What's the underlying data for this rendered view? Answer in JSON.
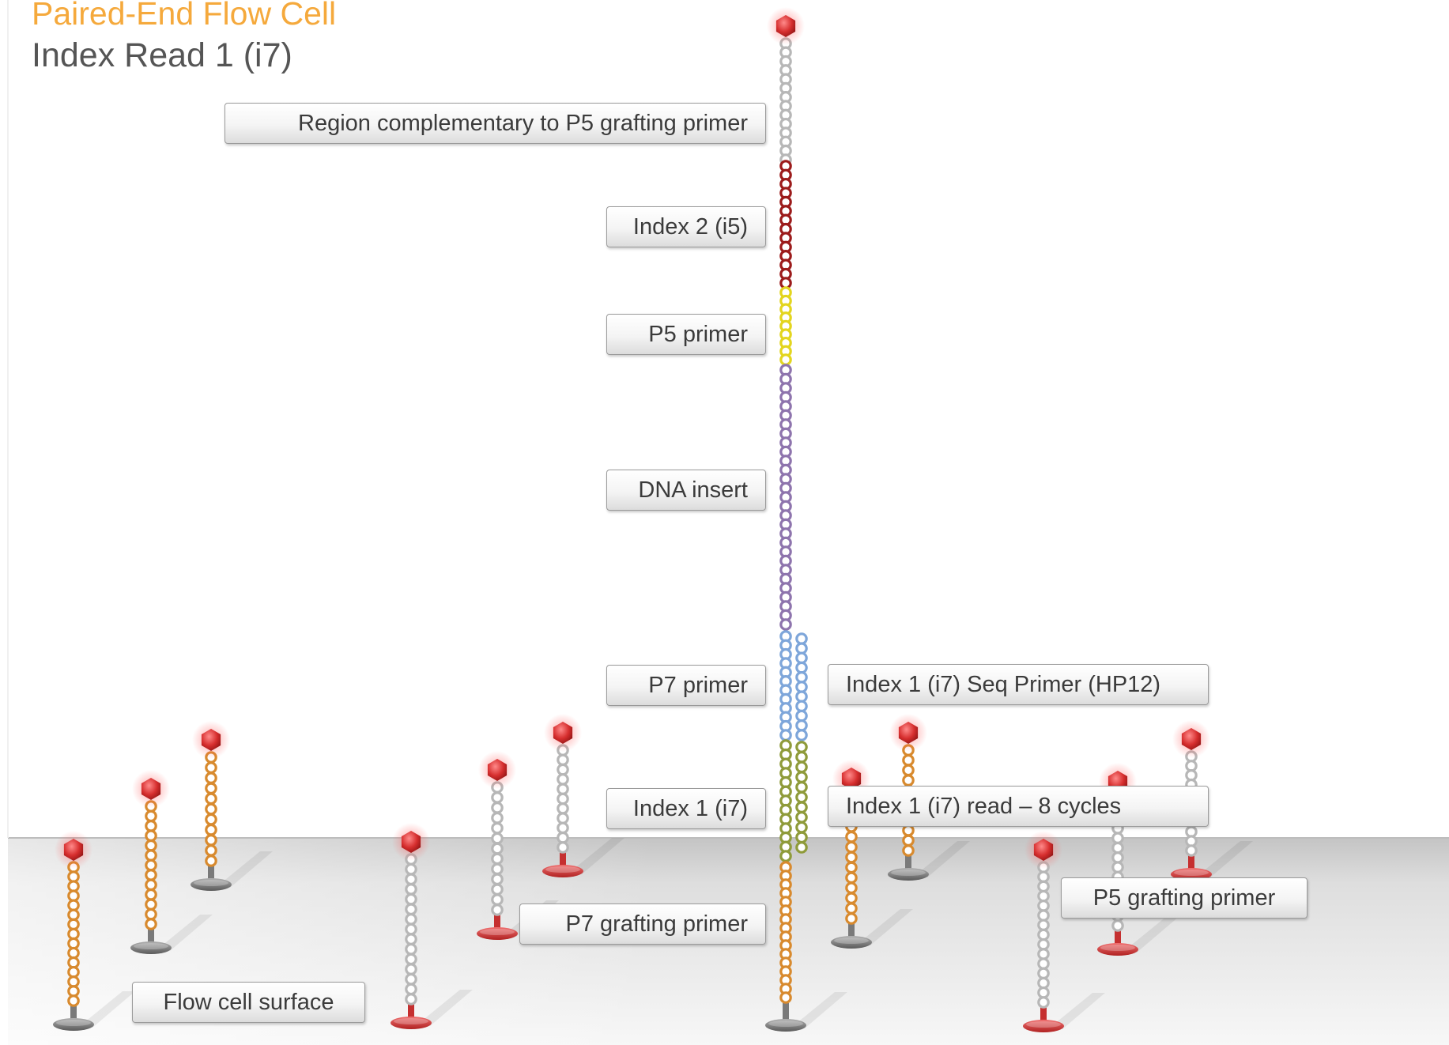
{
  "header": {
    "title": "Paired-End Flow Cell",
    "subtitle": "Index Read 1 (i7)"
  },
  "labels": {
    "region_p5_complement": "Region complementary to P5 grafting primer",
    "index2": "Index 2 (i5)",
    "p5_primer": "P5 primer",
    "dna_insert": "DNA insert",
    "p7_primer": "P7 primer",
    "index1": "Index 1 (i7)",
    "p7_grafting_primer": "P7 grafting primer",
    "flow_cell_surface": "Flow cell surface",
    "index1_seq_primer": "Index 1 (i7) Seq Primer (HP12)",
    "index1_read": "Index 1 (i7) read – 8 cycles",
    "p5_grafting_primer": "P5 grafting primer"
  },
  "colors": {
    "title": "#f5a93c",
    "grey_bead": "#b7b7b7",
    "index2_bead": "#9c1b1b",
    "p5_primer_bead": "#e3d51e",
    "dna_insert_bead": "#8e74ad",
    "p7_primer_bead": "#7ea6da",
    "index1_bead": "#8f9b3a",
    "p7_graft_bead": "#d88a2e",
    "cap": "#d62e2e",
    "base_grey": "#808080",
    "base_red": "#d24545"
  }
}
